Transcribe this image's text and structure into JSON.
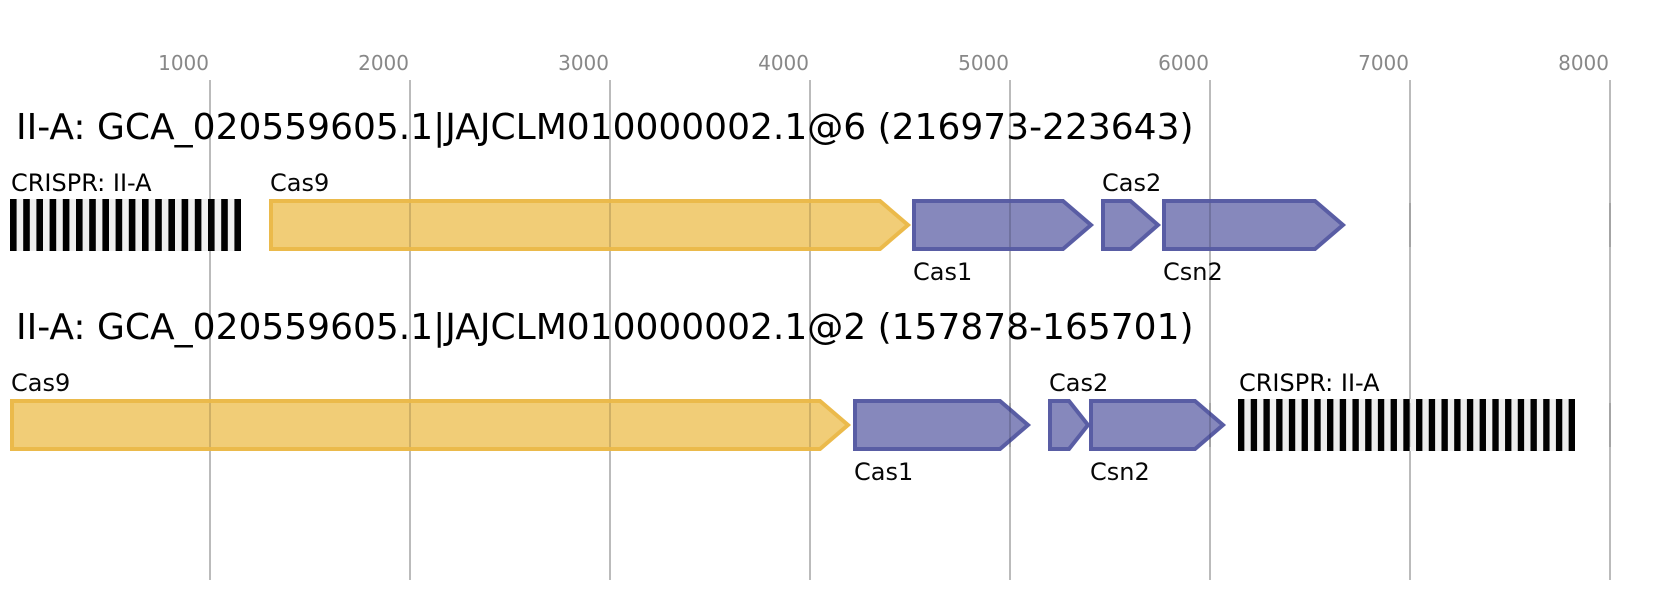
{
  "axis": {
    "unit": "bp",
    "range": [
      0,
      8300
    ],
    "ticks": [
      1000,
      2000,
      3000,
      4000,
      5000,
      6000,
      7000,
      8000
    ],
    "tick_labels": [
      "1000",
      "2000",
      "3000",
      "4000",
      "5000",
      "6000",
      "7000",
      "8000"
    ],
    "grid": true
  },
  "colors": {
    "grid": "#bbbbbb",
    "tick_text": "#888888",
    "cas9_fill": "#f0c96b",
    "cas9_stroke": "#ebb846",
    "adaptation_fill": "#7b7db6",
    "adaptation_stroke": "#5458a2",
    "crispr_repeat": "#000000",
    "crispr_spacer": "#efefef"
  },
  "tracks": [
    {
      "title": "II-A: GCA_020559605.1|JAJCLM010000002.1@6 (216973-223643)",
      "elements": [
        {
          "type": "crispr",
          "label": "CRISPR: II-A",
          "start": 0,
          "end": 1155,
          "repeats": 18,
          "label_pos": "above"
        },
        {
          "type": "gene",
          "label": "Cas9",
          "start": 1295,
          "end": 4500,
          "strand": "+",
          "group": "cas9",
          "label_pos": "above"
        },
        {
          "type": "gene",
          "label": "Cas1",
          "start": 4510,
          "end": 5415,
          "strand": "+",
          "group": "adaptation",
          "label_pos": "below"
        },
        {
          "type": "gene",
          "label": "Cas2",
          "start": 5455,
          "end": 5750,
          "strand": "+",
          "group": "adaptation",
          "label_pos": "above"
        },
        {
          "type": "gene",
          "label": "Csn2",
          "start": 5760,
          "end": 6675,
          "strand": "+",
          "group": "adaptation",
          "label_pos": "below"
        }
      ]
    },
    {
      "title": "II-A: GCA_020559605.1|JAJCLM010000002.1@2 (157878-165701)",
      "elements": [
        {
          "type": "gene",
          "label": "Cas9",
          "start": 0,
          "end": 4200,
          "strand": "+",
          "group": "cas9",
          "label_pos": "above"
        },
        {
          "type": "gene",
          "label": "Cas1",
          "start": 4215,
          "end": 5100,
          "strand": "+",
          "group": "adaptation",
          "label_pos": "below"
        },
        {
          "type": "gene",
          "label": "Cas2",
          "start": 5190,
          "end": 5400,
          "strand": "+",
          "group": "adaptation",
          "label_pos": "above"
        },
        {
          "type": "gene",
          "label": "Csn2",
          "start": 5395,
          "end": 6075,
          "strand": "+",
          "group": "adaptation",
          "label_pos": "below"
        },
        {
          "type": "crispr",
          "label": "CRISPR: II-A",
          "start": 6140,
          "end": 7825,
          "repeats": 27,
          "label_pos": "above"
        }
      ]
    }
  ]
}
